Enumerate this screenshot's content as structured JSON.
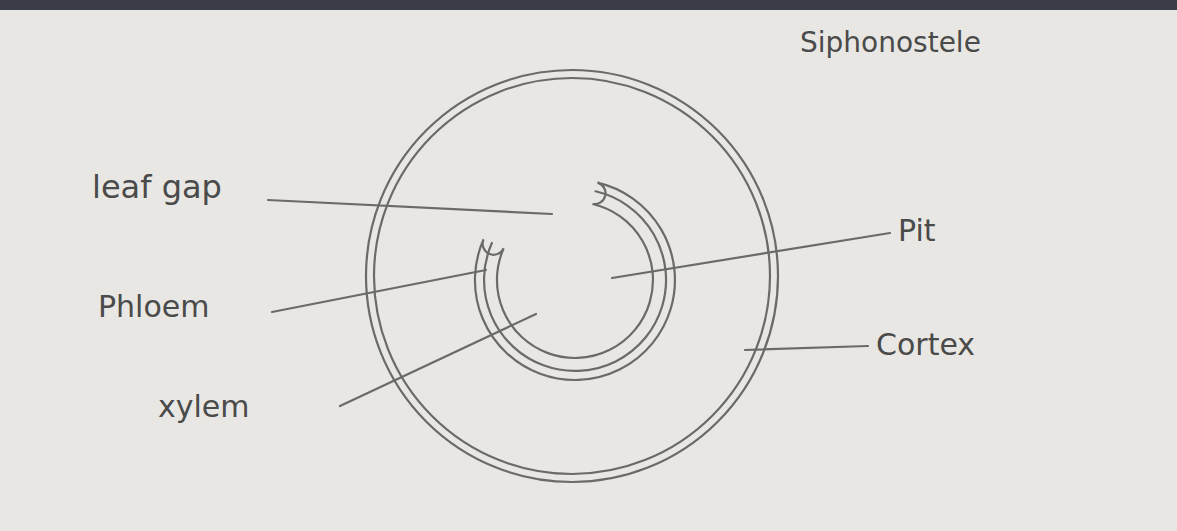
{
  "diagram": {
    "title": "Siphonostele",
    "labels": [
      "leaf gap",
      "Phloem",
      "xylem",
      "Pit",
      "Cortex"
    ]
  }
}
